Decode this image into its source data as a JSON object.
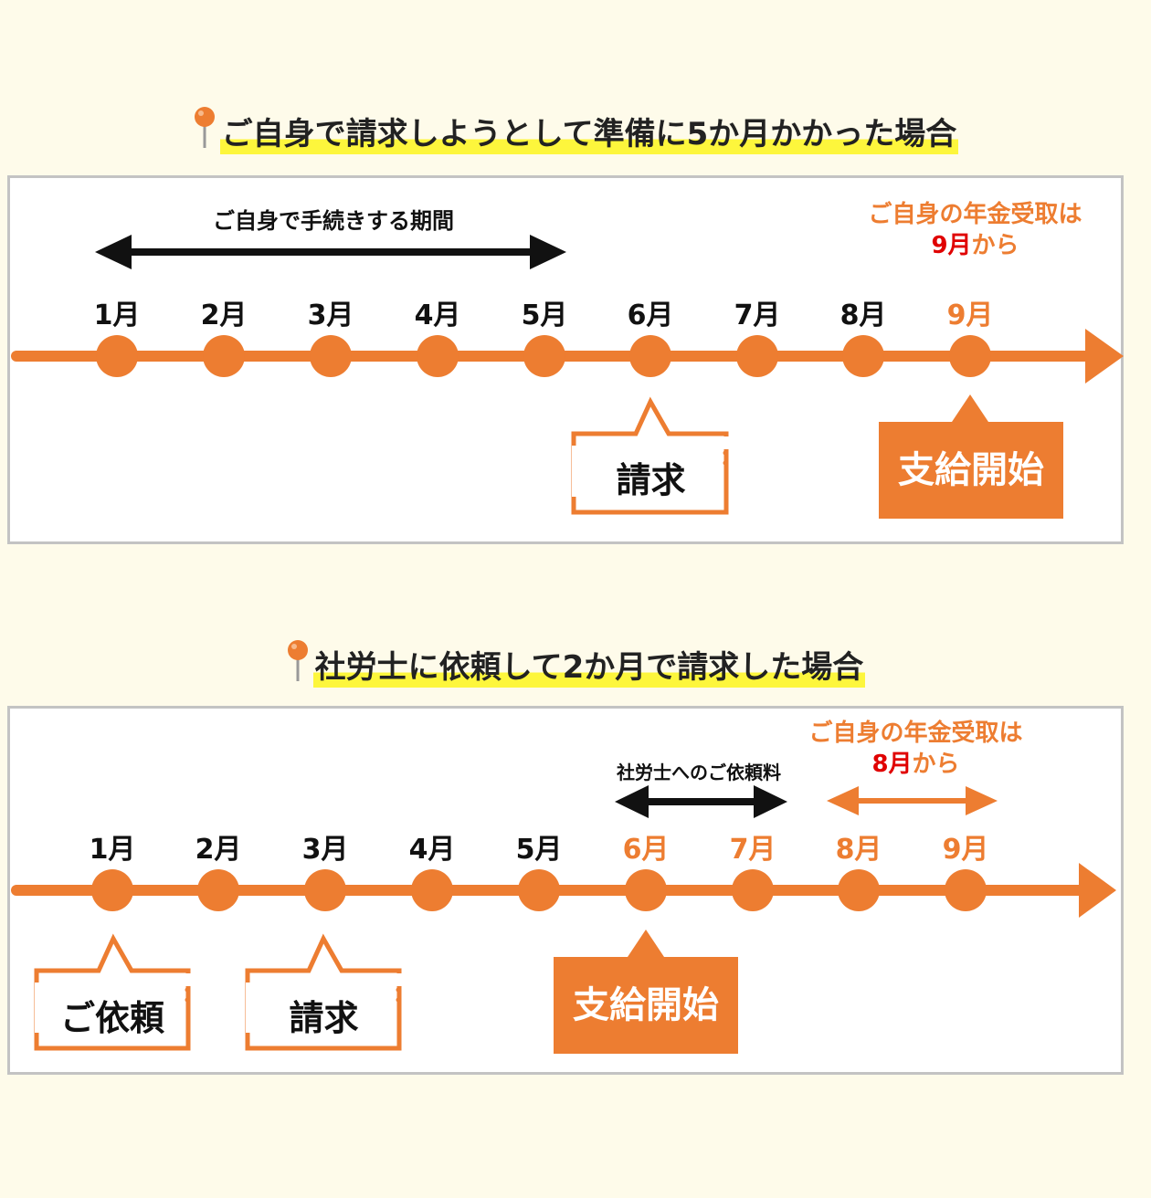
{
  "section1": {
    "title": "ご自身で請求しようとして準備に5か月かかった場合",
    "range_label": "ご自身で手続きする期間",
    "months": [
      "1月",
      "2月",
      "3月",
      "4月",
      "5月",
      "6月",
      "7月",
      "8月",
      "9月"
    ],
    "receipt_line1": "ご自身の年金受取は",
    "receipt_month": "9月",
    "receipt_suffix": "から",
    "bubble_label": "請求",
    "start_label": "支給開始"
  },
  "section2": {
    "title": "社労士に依頼して2か月で請求した場合",
    "fee_label": "社労士へのご依頼料",
    "months": [
      "1月",
      "2月",
      "3月",
      "4月",
      "5月",
      "6月",
      "7月",
      "8月",
      "9月"
    ],
    "receipt_line1": "ご自身の年金受取は",
    "receipt_month": "8月",
    "receipt_suffix": "から",
    "bubble_request_label": "ご依頼",
    "bubble_claim_label": "請求",
    "start_label": "支給開始"
  },
  "colors": {
    "accent": "#ed7d31",
    "highlight": "#fdf63c",
    "emphasis_red": "#e00000",
    "background": "#fefbea",
    "panel_border": "#c3c3c3"
  }
}
